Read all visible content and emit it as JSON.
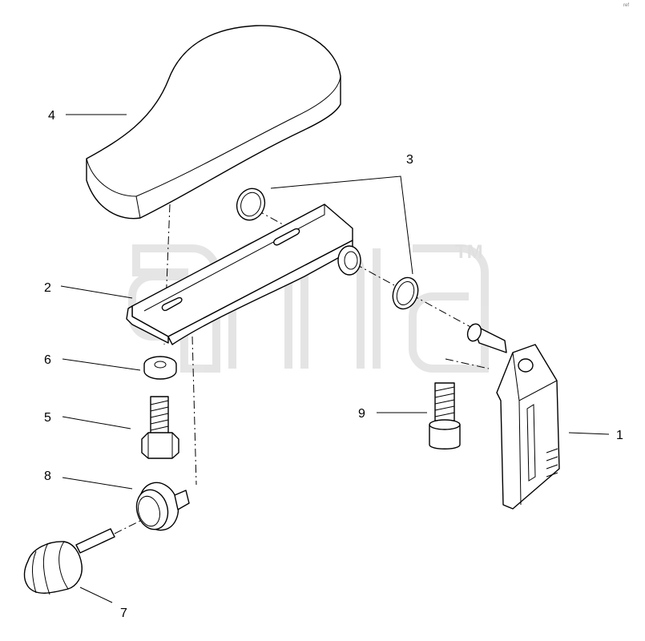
{
  "trademark": "TM",
  "corner_mark": "ref",
  "callouts": [
    {
      "id": "label-4",
      "text": "4"
    },
    {
      "id": "label-3",
      "text": "3"
    },
    {
      "id": "label-2",
      "text": "2"
    },
    {
      "id": "label-6",
      "text": "6"
    },
    {
      "id": "label-5",
      "text": "5"
    },
    {
      "id": "label-8",
      "text": "8"
    },
    {
      "id": "label-7",
      "text": "7"
    },
    {
      "id": "label-9",
      "text": "9"
    },
    {
      "id": "label-1",
      "text": "1"
    }
  ]
}
